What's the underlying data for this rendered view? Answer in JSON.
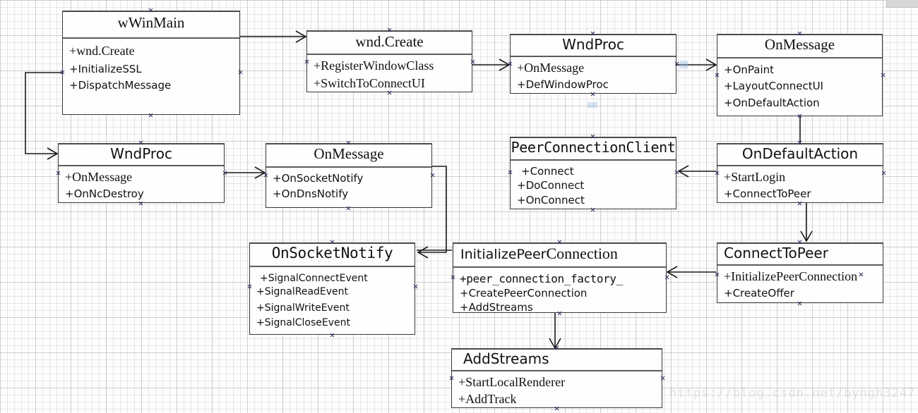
{
  "diagram": {
    "type": "uml-class-diagram",
    "watermark": "https://blog.csdn.net/byngh3247",
    "edge_color": "#1a1a1a",
    "node_border_color": "#3a3a3a",
    "background": "#fdfdfd",
    "nodes": [
      {
        "id": "wwinmain",
        "title": "wWinMain",
        "members": [
          "+wnd.Create",
          "+InitializeSSL",
          "+DispatchMessage"
        ]
      },
      {
        "id": "wnd-create",
        "title": "wnd.Create",
        "members": [
          "+RegisterWindowClass",
          "+SwitchToConnectUI"
        ]
      },
      {
        "id": "wndproc-top",
        "title": "WndProc",
        "members": [
          "+OnMessage",
          "+DefWindowProc"
        ]
      },
      {
        "id": "onmessage-top",
        "title": "OnMessage",
        "members": [
          "+OnPaint",
          "+LayoutConnectUI",
          "+OnDefaultAction"
        ]
      },
      {
        "id": "wndproc-left",
        "title": "WndProc",
        "members": [
          "+OnMessage",
          "+OnNcDestroy"
        ]
      },
      {
        "id": "onmessage-mid",
        "title": "OnMessage",
        "members": [
          "+OnSocketNotify",
          "+OnDnsNotify"
        ]
      },
      {
        "id": "peerconnectionclient",
        "title": "PeerConnectionClient",
        "members": [
          "+Connect",
          "+DoConnect",
          "+OnConnect"
        ]
      },
      {
        "id": "ondefaultaction",
        "title": "OnDefaultAction",
        "members": [
          "+StartLogin",
          "+ConnectToPeer"
        ]
      },
      {
        "id": "onsocketnotify",
        "title": "OnSocketNotify",
        "members": [
          "+SignalConnectEvent",
          "+SignalReadEvent",
          "+SignalWriteEvent",
          "+SignalCloseEvent"
        ]
      },
      {
        "id": "initializepeerconnection",
        "title_part1": "InitializePeer",
        "title_part2": "Connection",
        "members": [
          "+peer_connection_factory_",
          "+CreatePeerConnection",
          "+AddStreams"
        ]
      },
      {
        "id": "connecttopeer",
        "title": "ConnectToPeer",
        "members": [
          "+InitializePeerConnection",
          "+CreateOffer"
        ]
      },
      {
        "id": "addstreams",
        "title": "AddStreams",
        "members": [
          "+StartLocalRenderer",
          "+AddTrack"
        ]
      }
    ],
    "edges": [
      {
        "from": "wwinmain",
        "to": "wnd-create",
        "style": "open-arrow"
      },
      {
        "from": "wnd-create",
        "to": "wndproc-top",
        "style": "open-arrow"
      },
      {
        "from": "wndproc-top",
        "to": "onmessage-top",
        "style": "open-arrow"
      },
      {
        "from": "wwinmain",
        "to": "wndproc-left",
        "style": "open-arrow"
      },
      {
        "from": "wndproc-left",
        "to": "onmessage-mid",
        "style": "open-arrow"
      },
      {
        "from": "onmessage-top",
        "to": "ondefaultaction",
        "style": "line"
      },
      {
        "from": "ondefaultaction",
        "to": "peerconnectionclient",
        "style": "open-arrow"
      },
      {
        "from": "ondefaultaction",
        "to": "connecttopeer",
        "style": "open-arrow"
      },
      {
        "from": "connecttopeer",
        "to": "initializepeerconnection",
        "style": "open-arrow"
      },
      {
        "from": "onmessage-mid",
        "to": "onsocketnotify",
        "style": "open-arrow"
      },
      {
        "from": "initializepeerconnection",
        "to": "onsocketnotify",
        "style": "open-arrow"
      },
      {
        "from": "initializepeerconnection",
        "to": "addstreams",
        "style": "open-arrow"
      }
    ]
  }
}
